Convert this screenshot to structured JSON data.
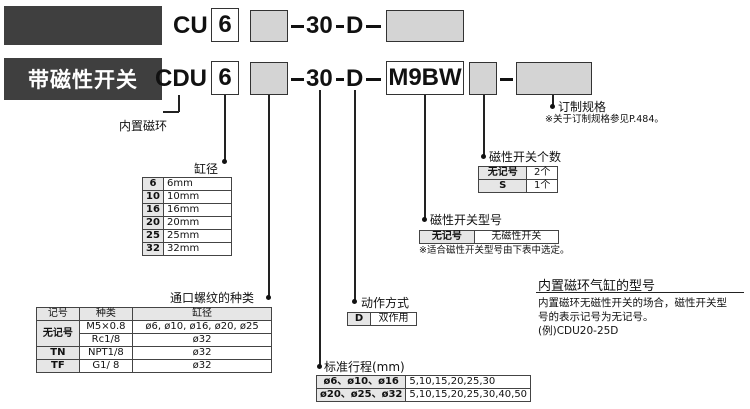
{
  "row1": {
    "series": "CU",
    "bore_box": "6",
    "stroke_box": "30",
    "action_letter": "D"
  },
  "row2": {
    "banner": "带磁性开关",
    "series": "CDU",
    "bore_box": "6",
    "stroke_box": "30",
    "action_letter": "D",
    "switch_box": "M9BW"
  },
  "labels": {
    "builtin_magnet": "内置磁环",
    "order_spec": "订制规格",
    "order_spec_note": "※关于订制规格参见P.484。",
    "switch_count": "磁性开关个数",
    "switch_type": "磁性开关型号",
    "switch_type_note": "※适合磁性开关型号由下表中选定。",
    "bore": "缸径",
    "port_thread": "通口螺纹的种类",
    "action_type": "动作方式",
    "stroke": "标准行程(mm)"
  },
  "switch_count_table": [
    {
      "code": "无记号",
      "value": "2个"
    },
    {
      "code": "S",
      "value": "1个"
    }
  ],
  "switch_type_table": [
    {
      "code": "无记号",
      "value": "无磁性开关"
    }
  ],
  "bore_table": [
    {
      "code": "6",
      "value": "6mm"
    },
    {
      "code": "10",
      "value": "10mm"
    },
    {
      "code": "16",
      "value": "16mm"
    },
    {
      "code": "20",
      "value": "20mm"
    },
    {
      "code": "25",
      "value": "25mm"
    },
    {
      "code": "32",
      "value": "32mm"
    }
  ],
  "port_table": {
    "headers": [
      "记号",
      "种类",
      "缸径"
    ],
    "rows": [
      {
        "code": "无记号",
        "type": "M5×0.8",
        "bore": "ø6, ø10, ø16, ø20, ø25"
      },
      {
        "code": "",
        "type": "Rc1/8",
        "bore": "ø32"
      },
      {
        "code": "TN",
        "type": "NPT1/8",
        "bore": "ø32"
      },
      {
        "code": "TF",
        "type": "G1/ 8",
        "bore": "ø32"
      }
    ]
  },
  "action_table": [
    {
      "code": "D",
      "value": "双作用"
    }
  ],
  "stroke_table": [
    {
      "bores": "ø6、ø10、ø16",
      "strokes": "5,10,15,20,25,30"
    },
    {
      "bores": "ø20、ø25、ø32",
      "strokes": "5,10,15,20,25,30,40,50"
    }
  ],
  "builtin_note": {
    "title": "内置磁环气缸的型号",
    "line1": "内置磁环无磁性开关的场合，磁性开关型",
    "line2": "号的表示记号为无记号。",
    "line3": "(例)CDU20-25D"
  }
}
